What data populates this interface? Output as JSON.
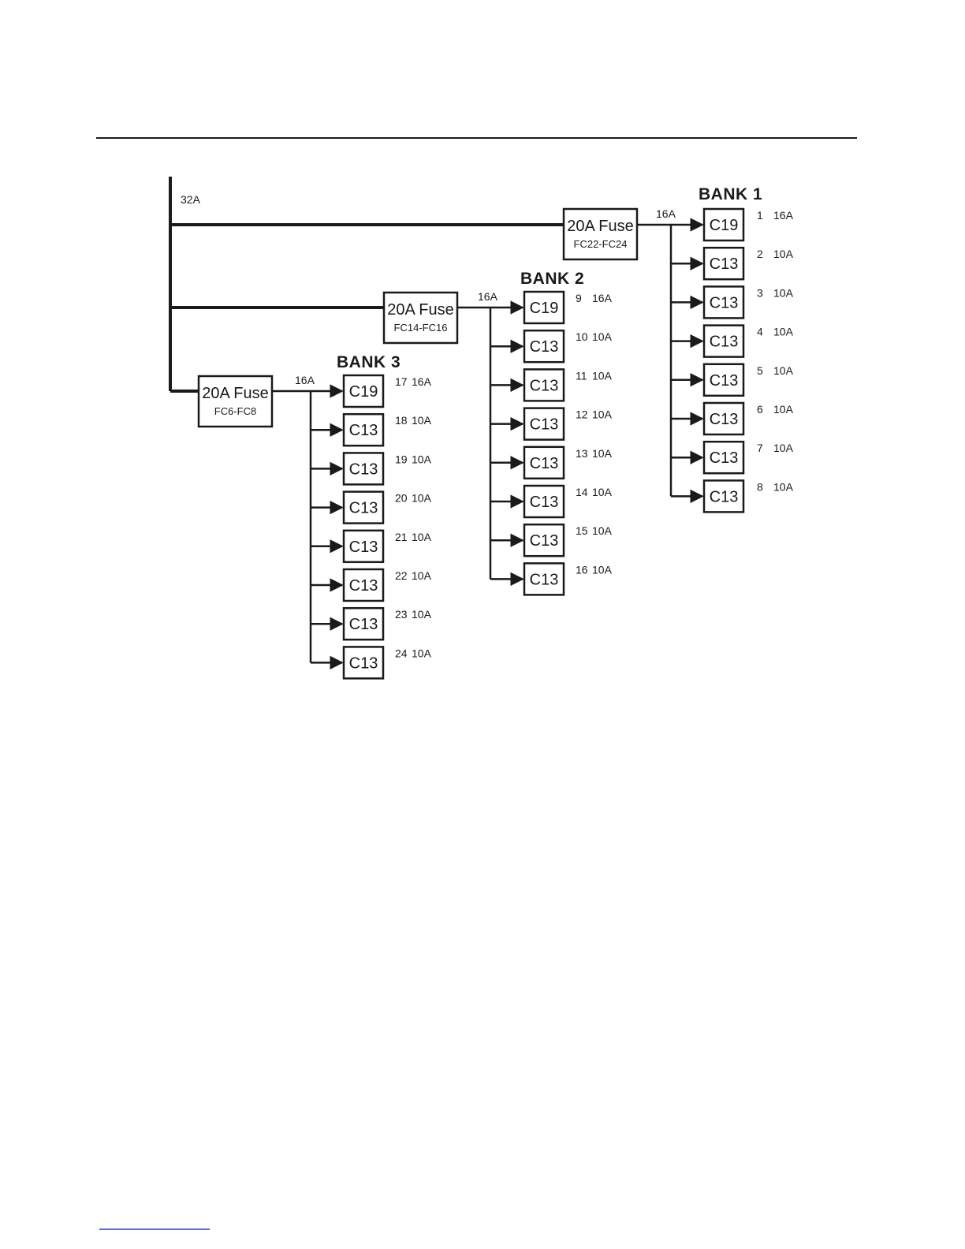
{
  "supply_label": "32A",
  "banks": [
    {
      "title": "BANK 1",
      "fuse": {
        "label": "20A Fuse",
        "code": "FC22-FC24"
      },
      "feed_label": "16A",
      "outlets": [
        {
          "type": "C19",
          "number": "1",
          "rating": "16A"
        },
        {
          "type": "C13",
          "number": "2",
          "rating": "10A"
        },
        {
          "type": "C13",
          "number": "3",
          "rating": "10A"
        },
        {
          "type": "C13",
          "number": "4",
          "rating": "10A"
        },
        {
          "type": "C13",
          "number": "5",
          "rating": "10A"
        },
        {
          "type": "C13",
          "number": "6",
          "rating": "10A"
        },
        {
          "type": "C13",
          "number": "7",
          "rating": "10A"
        },
        {
          "type": "C13",
          "number": "8",
          "rating": "10A"
        }
      ]
    },
    {
      "title": "BANK 2",
      "fuse": {
        "label": "20A Fuse",
        "code": "FC14-FC16"
      },
      "feed_label": "16A",
      "outlets": [
        {
          "type": "C19",
          "number": "9",
          "rating": "16A"
        },
        {
          "type": "C13",
          "number": "10",
          "rating": "10A"
        },
        {
          "type": "C13",
          "number": "11",
          "rating": "10A"
        },
        {
          "type": "C13",
          "number": "12",
          "rating": "10A"
        },
        {
          "type": "C13",
          "number": "13",
          "rating": "10A"
        },
        {
          "type": "C13",
          "number": "14",
          "rating": "10A"
        },
        {
          "type": "C13",
          "number": "15",
          "rating": "10A"
        },
        {
          "type": "C13",
          "number": "16",
          "rating": "10A"
        }
      ]
    },
    {
      "title": "BANK 3",
      "fuse": {
        "label": "20A Fuse",
        "code": "FC6-FC8"
      },
      "feed_label": "16A",
      "outlets": [
        {
          "type": "C19",
          "number": "17",
          "rating": "16A"
        },
        {
          "type": "C13",
          "number": "18",
          "rating": "10A"
        },
        {
          "type": "C13",
          "number": "19",
          "rating": "10A"
        },
        {
          "type": "C13",
          "number": "20",
          "rating": "10A"
        },
        {
          "type": "C13",
          "number": "21",
          "rating": "10A"
        },
        {
          "type": "C13",
          "number": "22",
          "rating": "10A"
        },
        {
          "type": "C13",
          "number": "23",
          "rating": "10A"
        },
        {
          "type": "C13",
          "number": "24",
          "rating": "10A"
        }
      ]
    }
  ],
  "colors": {
    "line": "#1a1a1a",
    "footer_link": "#1f3fbf"
  }
}
